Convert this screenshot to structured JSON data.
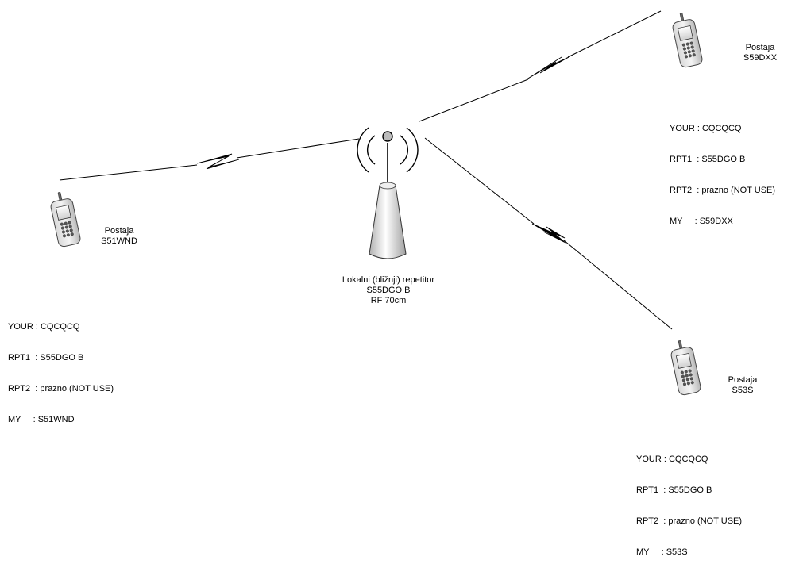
{
  "repeater": {
    "line1": "Lokalni (bližnji) repetitor",
    "line2": "S55DGO B",
    "line3": "RF 70cm"
  },
  "stations": {
    "left": {
      "title": "Postaja",
      "call": "S51WND",
      "config": [
        "YOUR : CQCQCQ",
        "RPT1  : S55DGO B",
        "RPT2  : prazno (NOT USE)",
        "MY     : S51WND"
      ]
    },
    "top_right": {
      "title": "Postaja",
      "call": "S59DXX",
      "config": [
        "YOUR : CQCQCQ",
        "RPT1  : S55DGO B",
        "RPT2  : prazno (NOT USE)",
        "MY     : S59DXX"
      ]
    },
    "bottom_right": {
      "title": "Postaja",
      "call": "S53S",
      "config": [
        "YOUR : CQCQCQ",
        "RPT1  : S55DGO B",
        "RPT2  : prazno (NOT USE)",
        "MY     : S53S"
      ]
    }
  }
}
